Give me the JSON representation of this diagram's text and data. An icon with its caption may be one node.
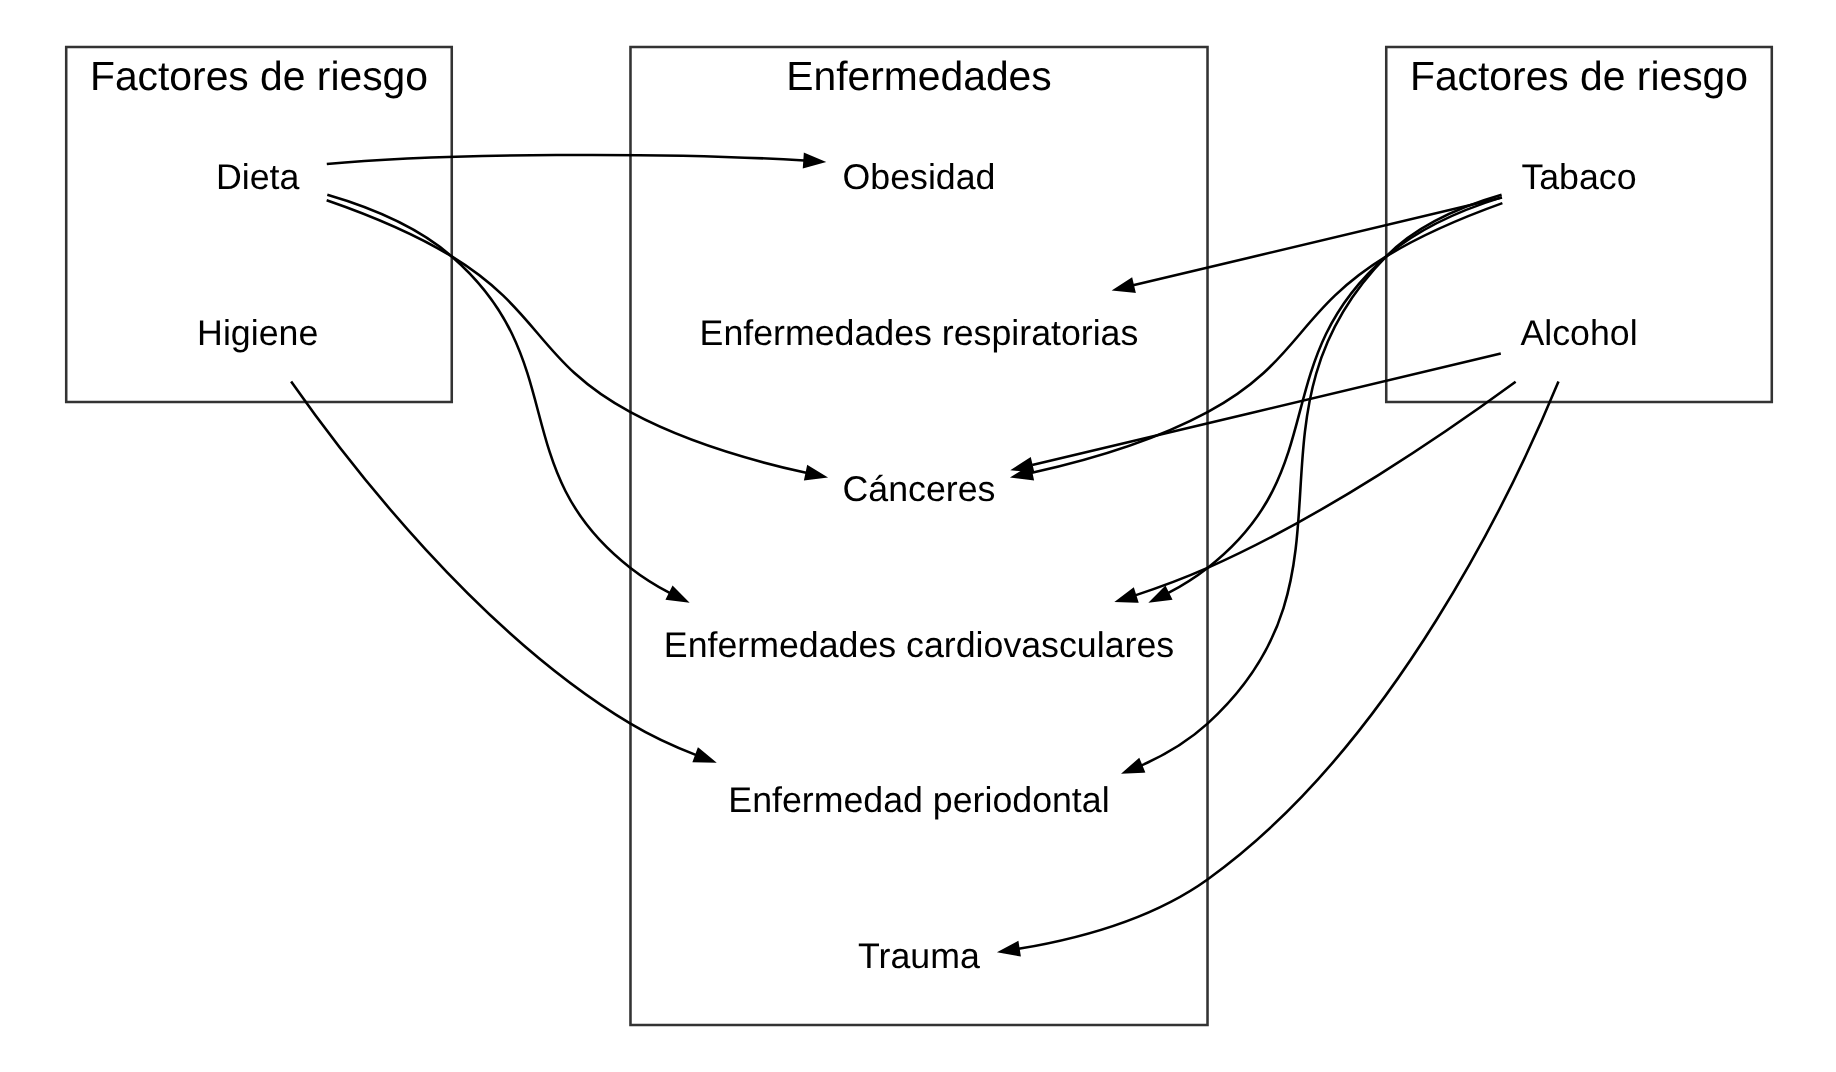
{
  "diagram": {
    "nodes": [
      {
        "text": [
          "Factores de riesgo"
        ]
      },
      {
        "text": [
          "Dieta"
        ],
        "in": 0
      },
      {
        "text": [
          "Higiene"
        ],
        "in": 0
      },
      {
        "text": [
          "Enfermedades"
        ]
      },
      {
        "text": [
          "Obesidad"
        ],
        "in": 3
      },
      {
        "text": [
          "Cánceres"
        ],
        "in": 3
      },
      {
        "text": [
          "Enfermedades cardiovasculares"
        ],
        "in": 3
      },
      {
        "text": [
          "Enfermedades respiratorias"
        ],
        "in": 3
      },
      {
        "text": [
          "Enfermedad periodontal"
        ],
        "in": 3
      },
      {
        "text": [
          "Trauma"
        ],
        "in": 3
      },
      {
        "text": [
          "Factores de riesgo"
        ]
      },
      {
        "text": [
          "Tabaco"
        ],
        "in": 10
      },
      {
        "text": [
          "Alcohol"
        ],
        "in": 10
      }
    ],
    "edges": [
      {
        "from": 1,
        "to": 4,
        "arrow": "to"
      },
      {
        "from": 1,
        "to": 5,
        "arrow": "to"
      },
      {
        "from": 1,
        "to": 6,
        "arrow": "to"
      },
      {
        "from": 2,
        "to": 8,
        "arrow": "to"
      },
      {
        "from": 11,
        "to": 5,
        "arrow": "to"
      },
      {
        "from": 11,
        "to": 6,
        "arrow": "to"
      },
      {
        "from": 11,
        "to": 7,
        "arrow": "to"
      },
      {
        "from": 11,
        "to": 8,
        "arrow": "to"
      },
      {
        "from": 12,
        "to": 5,
        "arrow": "to"
      },
      {
        "from": 12,
        "to": 6,
        "arrow": "to"
      },
      {
        "from": 12,
        "to": 9,
        "arrow": "to"
      }
    ]
  }
}
